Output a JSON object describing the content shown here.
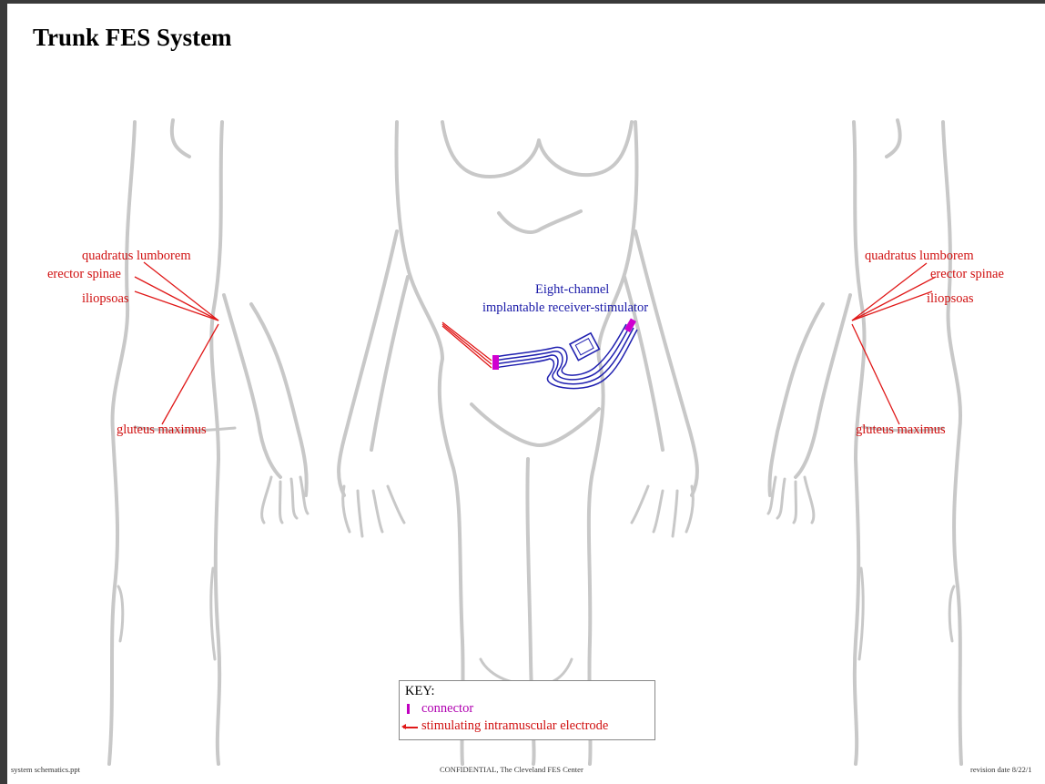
{
  "title": "Trunk FES System",
  "labels": {
    "left": {
      "quadratus": "quadratus lumborem",
      "erector": "erector spinae",
      "iliopsoas": "iliopsoas",
      "gluteus": "gluteus maximus"
    },
    "right": {
      "quadratus": "quadratus lumborem",
      "erector": "erector spinae",
      "iliopsoas": "iliopsoas",
      "gluteus": "gluteus maximus"
    },
    "stimulator_line1": "Eight-channel",
    "stimulator_line2": "implantable receiver-stimulator"
  },
  "key": {
    "title": "KEY:",
    "connector": "connector",
    "electrode": "stimulating intramuscular electrode"
  },
  "footer": {
    "left": "system schematics.ppt",
    "center": "CONFIDENTIAL, The Cleveland FES Center",
    "right": "revision date 8/22/1"
  },
  "colors": {
    "muscle_label": "#d01010",
    "stimulator_label": "#1a1aa8",
    "connector": "#c000c0",
    "body_outline": "#c8c8c8"
  }
}
